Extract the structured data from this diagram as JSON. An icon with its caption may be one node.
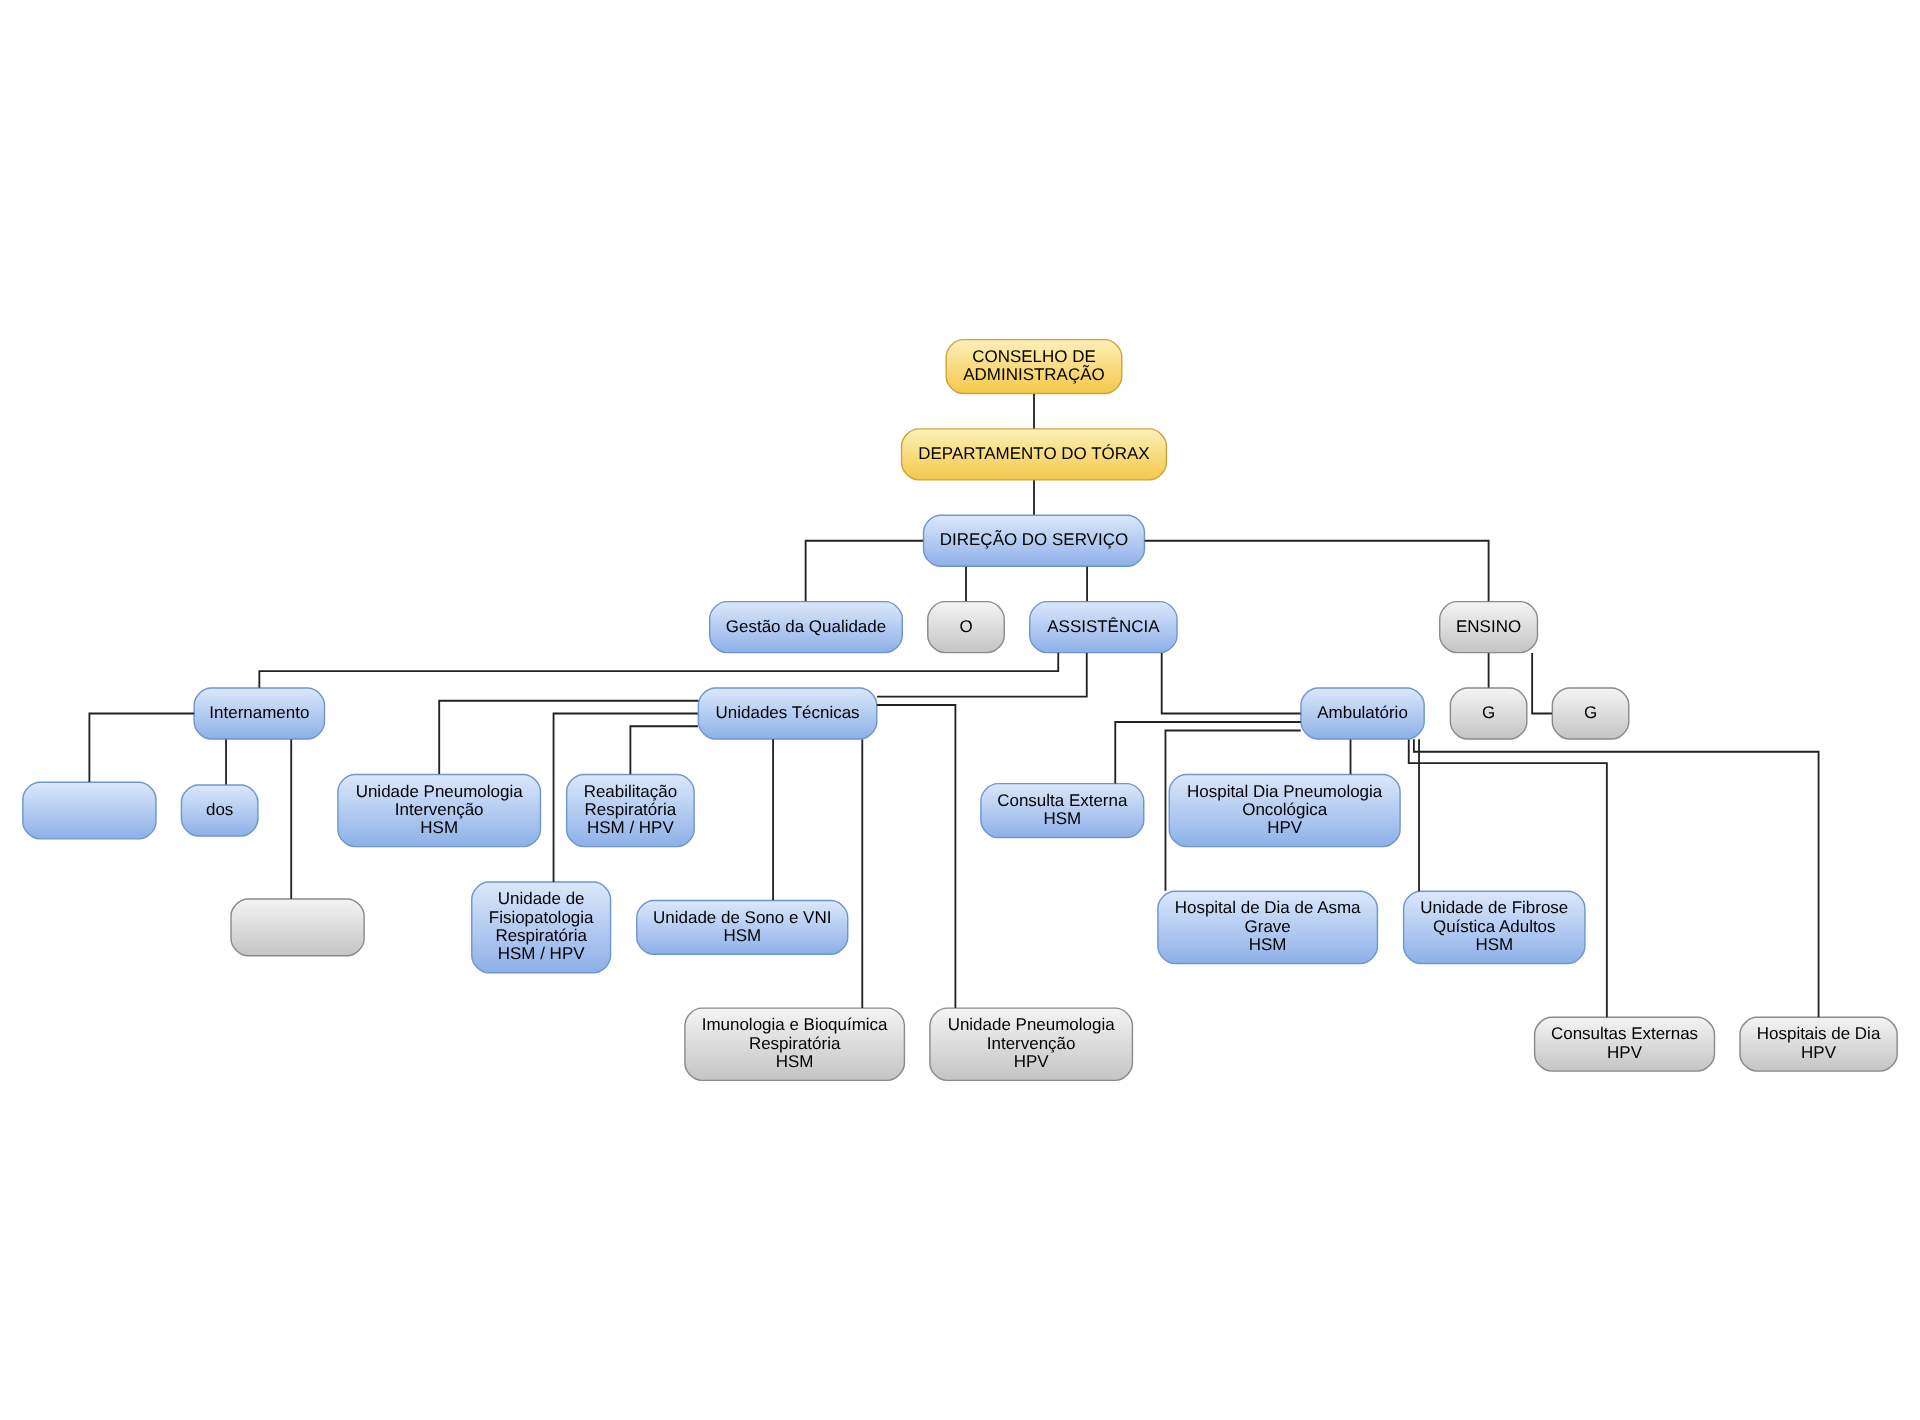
{
  "diagram": {
    "nodes": [
      {
        "text": [
          "CONSELHO DE ADMINISTRAÇÃO"
        ]
      },
      {
        "text": [
          "DEPARTAMENTO DO TÓRAX"
        ]
      },
      {
        "text": [
          "DIREÇÃO DO SERVIÇO"
        ]
      },
      {
        "text": [
          "Gestão da Qualidade"
        ]
      },
      {
        "text": [
          "O"
        ]
      },
      {
        "text": [
          "ASSISTÊNCIA"
        ]
      },
      {
        "text": [
          "ENSINO"
        ]
      },
      {
        "text": [
          "Internamento"
        ]
      },
      {
        "text": [
          "Unidades Técnicas"
        ]
      },
      {
        "text": [
          "Ambulatório"
        ]
      },
      {
        "text": [],
        "shape": "box"
      },
      {
        "text": [
          "dos"
        ]
      },
      {
        "text": [],
        "shape": "box"
      },
      {
        "text": [
          "Unidade Pneumologia Intervenção",
          "HSM"
        ]
      },
      {
        "text": [
          "Reabilitação Respiratória",
          "HSM / HPV"
        ]
      },
      {
        "text": [
          "Unidade de Fisiopatologia Respiratória",
          "HSM / HPV"
        ]
      },
      {
        "text": [
          "Unidade de Sono e VNI",
          "HSM"
        ]
      },
      {
        "text": [
          "Imunologia e Bioquímica Respiratória",
          "HSM"
        ]
      },
      {
        "text": [
          "Unidade Pneumologia Intervenção",
          "HPV"
        ]
      },
      {
        "text": [
          "Consulta Externa",
          "HSM"
        ]
      },
      {
        "text": [
          "Hospital Dia Pneumologia Oncológica",
          "HPV"
        ]
      },
      {
        "text": [
          "Hospital de Dia de Asma Grave",
          "HSM"
        ]
      },
      {
        "text": [
          "Unidade de Fibrose Quística Adultos",
          "HSM"
        ]
      },
      {
        "text": [
          "Consultas Externas",
          "HPV"
        ]
      },
      {
        "text": [
          "Hospitais de Dia",
          "HPV"
        ]
      },
      {
        "text": [
          "G"
        ]
      },
      {
        "text": [
          "G"
        ]
      }
    ],
    "edges": [
      {
        "from": 0,
        "to": 1,
        "arrow": "none"
      },
      {
        "from": 1,
        "to": 2,
        "arrow": "none"
      },
      {
        "from": 2,
        "to": 3,
        "arrow": "none"
      },
      {
        "from": 2,
        "to": 4,
        "arrow": "none"
      },
      {
        "from": 2,
        "to": 5,
        "arrow": "none"
      },
      {
        "from": 2,
        "to": 6,
        "arrow": "none"
      },
      {
        "from": 5,
        "to": 7,
        "arrow": "none"
      },
      {
        "from": 5,
        "to": 8,
        "arrow": "none"
      },
      {
        "from": 5,
        "to": 9,
        "arrow": "none"
      },
      {
        "from": 7,
        "to": 10,
        "arrow": "none"
      },
      {
        "from": 7,
        "to": 11,
        "arrow": "none"
      },
      {
        "from": 7,
        "to": 12,
        "arrow": "none"
      },
      {
        "from": 8,
        "to": 13,
        "arrow": "none"
      },
      {
        "from": 8,
        "to": 14,
        "arrow": "none"
      },
      {
        "from": 8,
        "to": 15,
        "arrow": "none"
      },
      {
        "from": 8,
        "to": 16,
        "arrow": "none"
      },
      {
        "from": 8,
        "to": 17,
        "arrow": "none"
      },
      {
        "from": 8,
        "to": 18,
        "arrow": "none"
      },
      {
        "from": 9,
        "to": 19,
        "arrow": "none"
      },
      {
        "from": 9,
        "to": 20,
        "arrow": "none"
      },
      {
        "from": 9,
        "to": 21,
        "arrow": "none"
      },
      {
        "from": 9,
        "to": 22,
        "arrow": "none"
      },
      {
        "from": 9,
        "to": 23,
        "arrow": "none"
      },
      {
        "from": 9,
        "to": 24,
        "arrow": "none"
      },
      {
        "from": 6,
        "to": 25,
        "arrow": "none"
      },
      {
        "from": 6,
        "to": 26,
        "arrow": "none"
      }
    ]
  }
}
